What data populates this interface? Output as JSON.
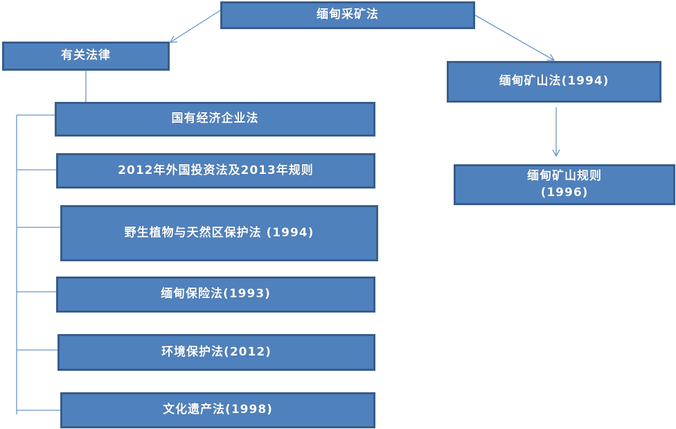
{
  "root": {
    "label": "缅甸采矿法"
  },
  "related_laws": {
    "label": "有关法律",
    "items": [
      {
        "label": "国有经济企业法"
      },
      {
        "label": "2012年外国投资法及2013年规则"
      },
      {
        "label": "野生植物与天然区保护法 (1994)"
      },
      {
        "label": "缅甸保险法(1993)"
      },
      {
        "label": "环境保护法(2012)"
      },
      {
        "label": "文化遗产法(1998)"
      }
    ]
  },
  "mining_law": {
    "label": "缅甸矿山法(1994)"
  },
  "mining_rules": {
    "label_line1": "缅甸矿山规则",
    "label_line2": "(1996)"
  },
  "colors": {
    "box_fill": "#4f81bd",
    "box_border": "#385d8a",
    "connector": "#6a93c9"
  }
}
